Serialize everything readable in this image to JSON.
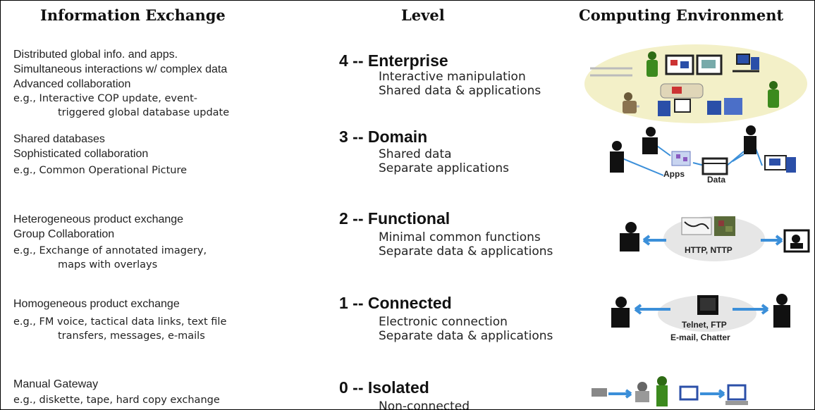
{
  "headers": {
    "information_exchange": "Information Exchange",
    "level": "Level",
    "computing_environment": "Computing Environment"
  },
  "rows": [
    {
      "info_lines": [
        "Distributed global info. and apps.",
        "Simultaneous interactions w/ complex data",
        "Advanced collaboration"
      ],
      "examples": [
        "e.g., Interactive COP update, event-",
        "triggered global database update"
      ],
      "level_title": "4 -- Enterprise",
      "level_desc": [
        "Interactive manipulation",
        "Shared data & applications"
      ],
      "env_labels": []
    },
    {
      "info_lines": [
        "Shared databases",
        "Sophisticated collaboration"
      ],
      "examples": [
        "e.g., Common Operational Picture"
      ],
      "level_title": "3 -- Domain",
      "level_desc": [
        "Shared data",
        "Separate applications"
      ],
      "env_labels": [
        "Apps",
        "Data"
      ]
    },
    {
      "info_lines": [
        "Heterogeneous product exchange",
        "Group Collaboration"
      ],
      "examples": [
        "e.g., Exchange of annotated imagery,",
        "maps with overlays"
      ],
      "level_title": "2 -- Functional",
      "level_desc": [
        "Minimal common functions",
        "Separate data & applications"
      ],
      "env_labels": [
        "HTTP, NTTP"
      ]
    },
    {
      "info_lines": [
        "Homogeneous product exchange"
      ],
      "examples": [
        "e.g., FM voice, tactical data links, text file",
        "transfers, messages, e-mails"
      ],
      "level_title": "1 -- Connected",
      "level_desc": [
        "Electronic connection",
        "Separate data & applications"
      ],
      "env_labels": [
        "Telnet, FTP",
        "E-mail, Chatter"
      ]
    },
    {
      "info_lines": [
        "Manual Gateway"
      ],
      "examples": [
        "e.g., diskette, tape, hard copy exchange"
      ],
      "level_title": "0 -- Isolated",
      "level_desc": [
        "Non-connected"
      ],
      "env_labels": []
    }
  ],
  "icons": {
    "person": "person-icon",
    "computer": "computer-icon",
    "arrow": "arrow-icon",
    "cloud": "network-cloud-icon"
  },
  "colors": {
    "arrow": "#3b8fd9",
    "enterprise_glow": "#f3f0c8",
    "cloud": "#e6e6e6",
    "soldier": "#3c8a1e",
    "computer_blue": "#2b4fa8"
  }
}
